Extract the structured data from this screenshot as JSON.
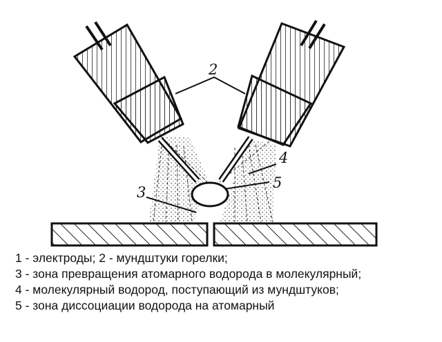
{
  "diagram": {
    "callouts": {
      "c2": "2",
      "c3": "3",
      "c4": "4",
      "c5": "5"
    }
  },
  "legend": {
    "line1": "1 - электроды; 2 - мундштуки горелки;",
    "line2": "3 - зона превращения атомарного водорода в молекулярный;",
    "line3": "4 - молекулярный водород, поступающий из мундштуков;",
    "line4": "5 - зона диссоциации водорода на атомарный"
  }
}
